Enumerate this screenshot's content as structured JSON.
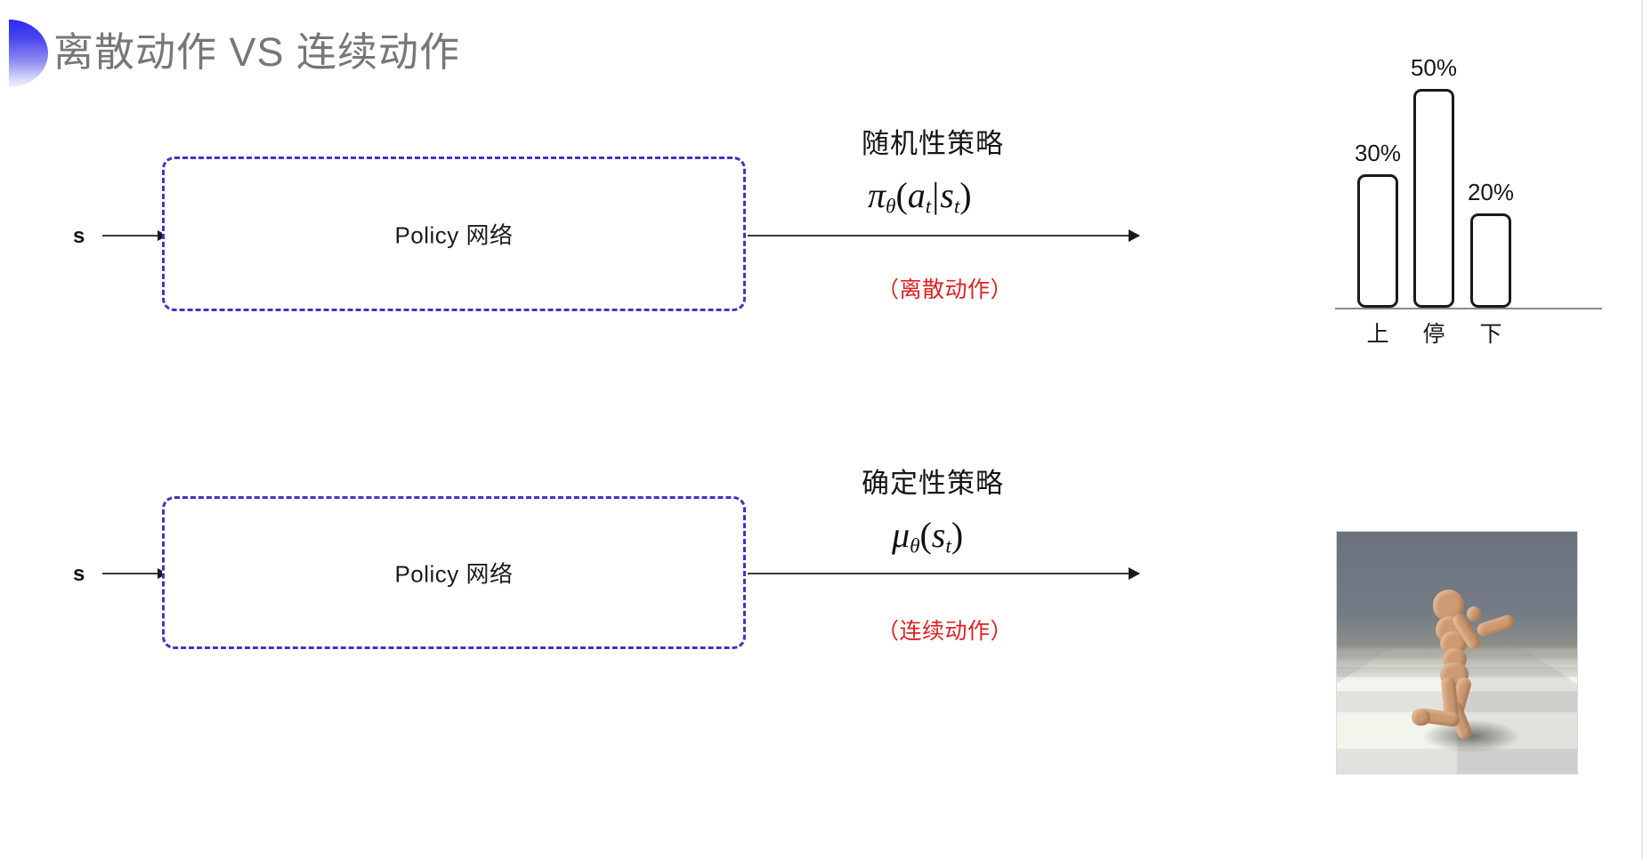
{
  "slide": {
    "title": "离散动作 VS 连续动作",
    "bullet_gradient_top": "#2b2bf0",
    "bullet_gradient_bottom": "#efeffd",
    "title_color": "#777777",
    "background": "#ffffff"
  },
  "rows": [
    {
      "id": "discrete",
      "state_label": "s",
      "policy_box_label": "Policy 网络",
      "policy_box_border_color": "#3c34cc",
      "caption": "随机性策略",
      "formula_plain": "πθ(at|st)",
      "formula_parts": {
        "fn": "π",
        "fn_sub": "θ",
        "open": "(",
        "arg1": "a",
        "arg1_sub": "t",
        "divider": "|",
        "arg2": "s",
        "arg2_sub": "t",
        "close": ")"
      },
      "action_note": "（离散动作）",
      "action_note_color": "#e02020"
    },
    {
      "id": "continuous",
      "state_label": "s",
      "policy_box_label": "Policy 网络",
      "policy_box_border_color": "#3c34cc",
      "caption": "确定性策略",
      "formula_plain": "μθ(st)",
      "formula_parts": {
        "fn": "μ",
        "fn_sub": "θ",
        "open": "(",
        "arg1": "s",
        "arg1_sub": "t",
        "divider": "",
        "arg2": "",
        "arg2_sub": "",
        "close": ")"
      },
      "action_note": "（连续动作）",
      "action_note_color": "#e02020"
    }
  ],
  "chart_data": {
    "type": "bar",
    "title": "",
    "xlabel": "",
    "ylabel": "",
    "categories": [
      "上",
      "停",
      "下"
    ],
    "values": [
      30,
      50,
      20
    ],
    "value_labels": [
      "30%",
      "50%",
      "20%"
    ],
    "ylim": [
      0,
      60
    ],
    "grid": false,
    "legend": "none",
    "bar_fill": "#ffffff",
    "bar_stroke": "#1a1a1a",
    "axis_color": "#8a8a8a"
  },
  "simulation_image": {
    "caption": "",
    "alt": "MuJoCo humanoid robot kneeling on a black-and-white checkerboard floor",
    "sky_color": "#6c7480",
    "floor_light": "#f2f5ec",
    "floor_dark": "#11130f",
    "body_color": "#cc9a73"
  }
}
